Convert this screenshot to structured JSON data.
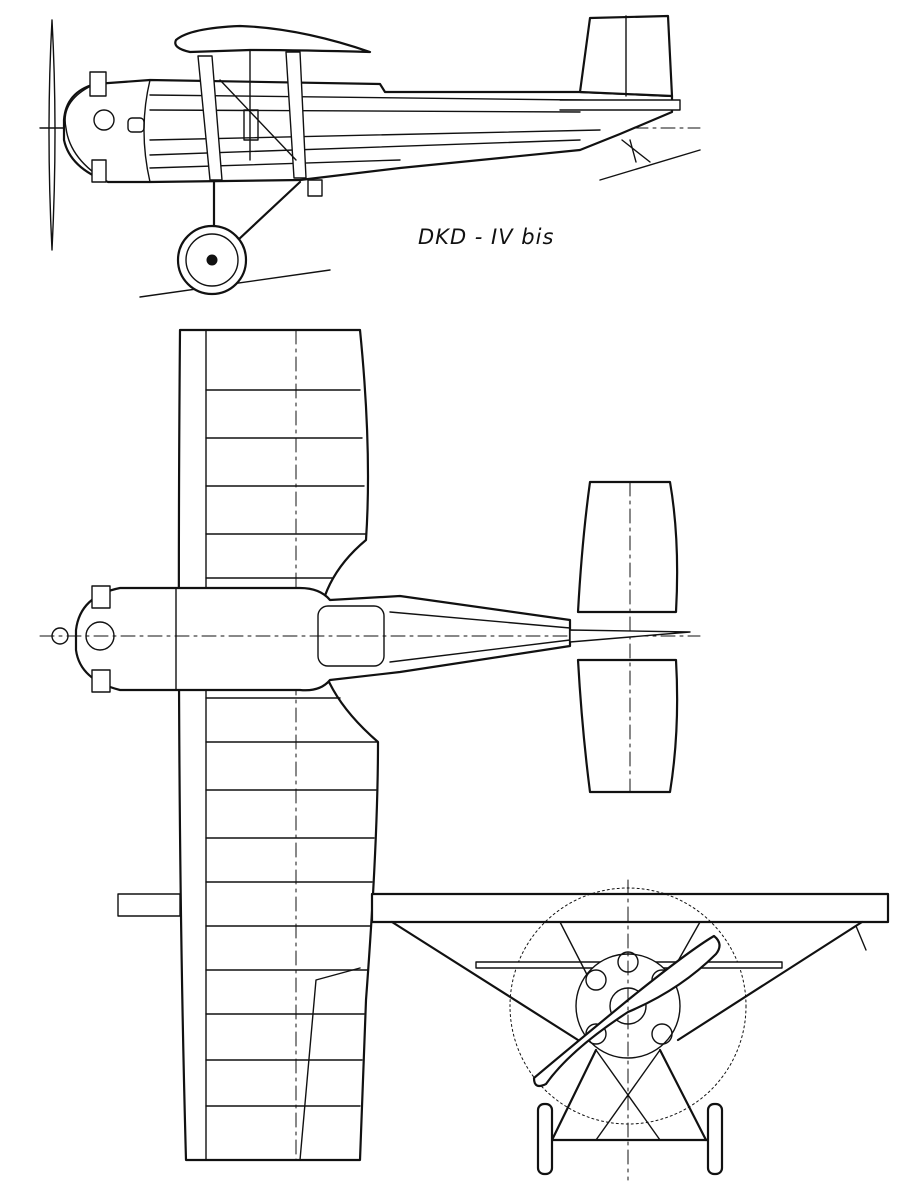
{
  "drawing": {
    "title": "DKD - IV bis",
    "views": [
      "side-view",
      "top-view",
      "front-view"
    ]
  }
}
